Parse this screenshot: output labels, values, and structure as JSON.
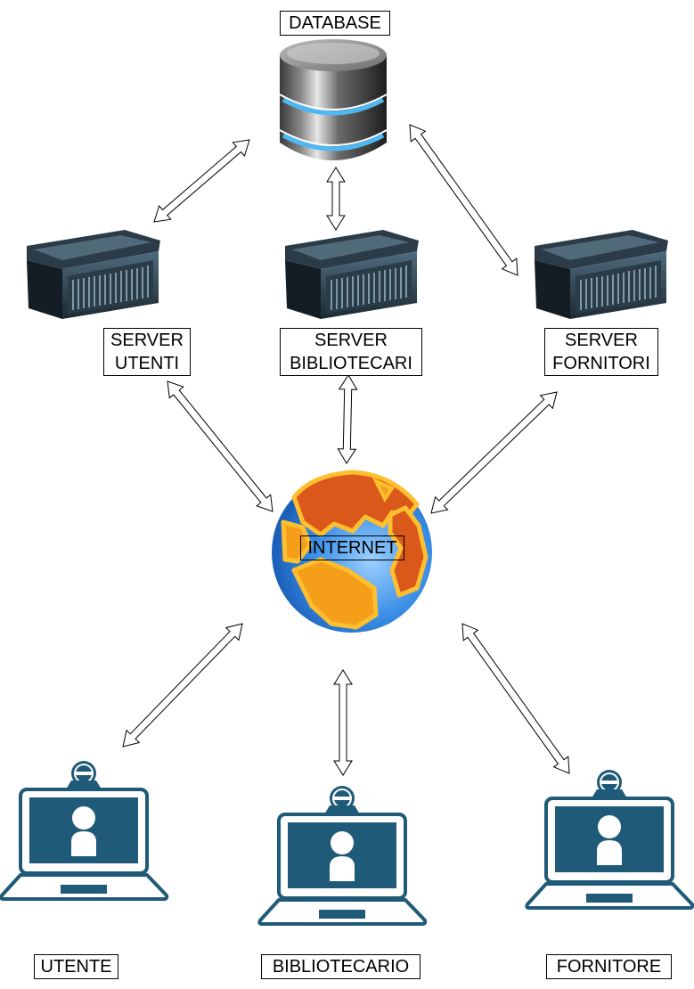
{
  "nodes": {
    "database": {
      "label": "DATABASE",
      "icon": "database-icon"
    },
    "server_utenti": {
      "label": "SERVER\nUTENTI",
      "icon": "server-icon"
    },
    "server_bibliotecari": {
      "label": "SERVER\nBIBLIOTECARI",
      "icon": "server-icon"
    },
    "server_fornitori": {
      "label": "SERVER\nFORNITORI",
      "icon": "server-icon"
    },
    "internet": {
      "label": "INTERNET",
      "icon": "globe-icon"
    },
    "utente": {
      "label": "UTENTE",
      "icon": "laptop-user-icon"
    },
    "bibliotecario": {
      "label": "BIBLIOTECARIO",
      "icon": "laptop-user-icon"
    },
    "fornitore": {
      "label": "FORNITORE",
      "icon": "laptop-user-icon"
    }
  },
  "connections": [
    {
      "from": "database",
      "to": "server_utenti",
      "direction": "bidirectional"
    },
    {
      "from": "database",
      "to": "server_bibliotecari",
      "direction": "bidirectional"
    },
    {
      "from": "database",
      "to": "server_fornitori",
      "direction": "bidirectional"
    },
    {
      "from": "server_utenti",
      "to": "internet",
      "direction": "bidirectional"
    },
    {
      "from": "server_bibliotecari",
      "to": "internet",
      "direction": "bidirectional"
    },
    {
      "from": "server_fornitori",
      "to": "internet",
      "direction": "bidirectional"
    },
    {
      "from": "internet",
      "to": "utente",
      "direction": "bidirectional"
    },
    {
      "from": "internet",
      "to": "bibliotecario",
      "direction": "bidirectional"
    },
    {
      "from": "internet",
      "to": "fornitore",
      "direction": "bidirectional"
    }
  ],
  "colors": {
    "laptop": "#1f5a78",
    "server_dark": "#1e2a33",
    "server_mid": "#3d5868",
    "globe_blue": "#3a8ee6",
    "globe_land": "#f59e1a",
    "globe_land_dark": "#d9581a",
    "db_glow": "#4fb8f2"
  }
}
